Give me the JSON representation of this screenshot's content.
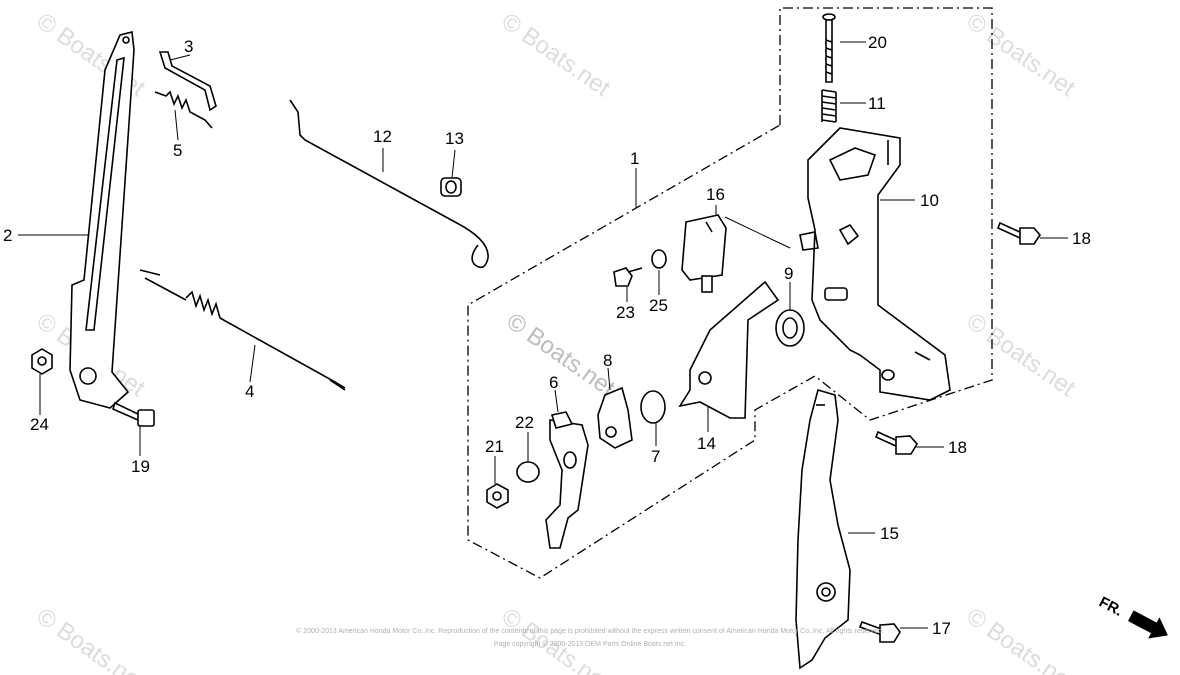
{
  "watermark": {
    "text": "© Boats.net",
    "main_text": "© Boats.net"
  },
  "copyright": {
    "line1": "© 2000-2013 American Honda Motor Co.,Inc. Reproduction of the contents of this page is prohibited without the express written consent of American Honda Motor Co.,Inc. All rights reserved.",
    "line2": "Page copyright © 2000-2013 OEM Parts Online Boats.net Inc."
  },
  "direction_label": "FR.",
  "parts": {
    "p1": "1",
    "p2": "2",
    "p3": "3",
    "p4": "4",
    "p5": "5",
    "p6": "6",
    "p7": "7",
    "p8": "8",
    "p9": "9",
    "p10": "10",
    "p11": "11",
    "p12": "12",
    "p13": "13",
    "p14": "14",
    "p15": "15",
    "p16": "16",
    "p17": "17",
    "p18a": "18",
    "p18b": "18",
    "p19": "19",
    "p20": "20",
    "p21": "21",
    "p22": "22",
    "p23": "23",
    "p24": "24",
    "p25": "25"
  }
}
